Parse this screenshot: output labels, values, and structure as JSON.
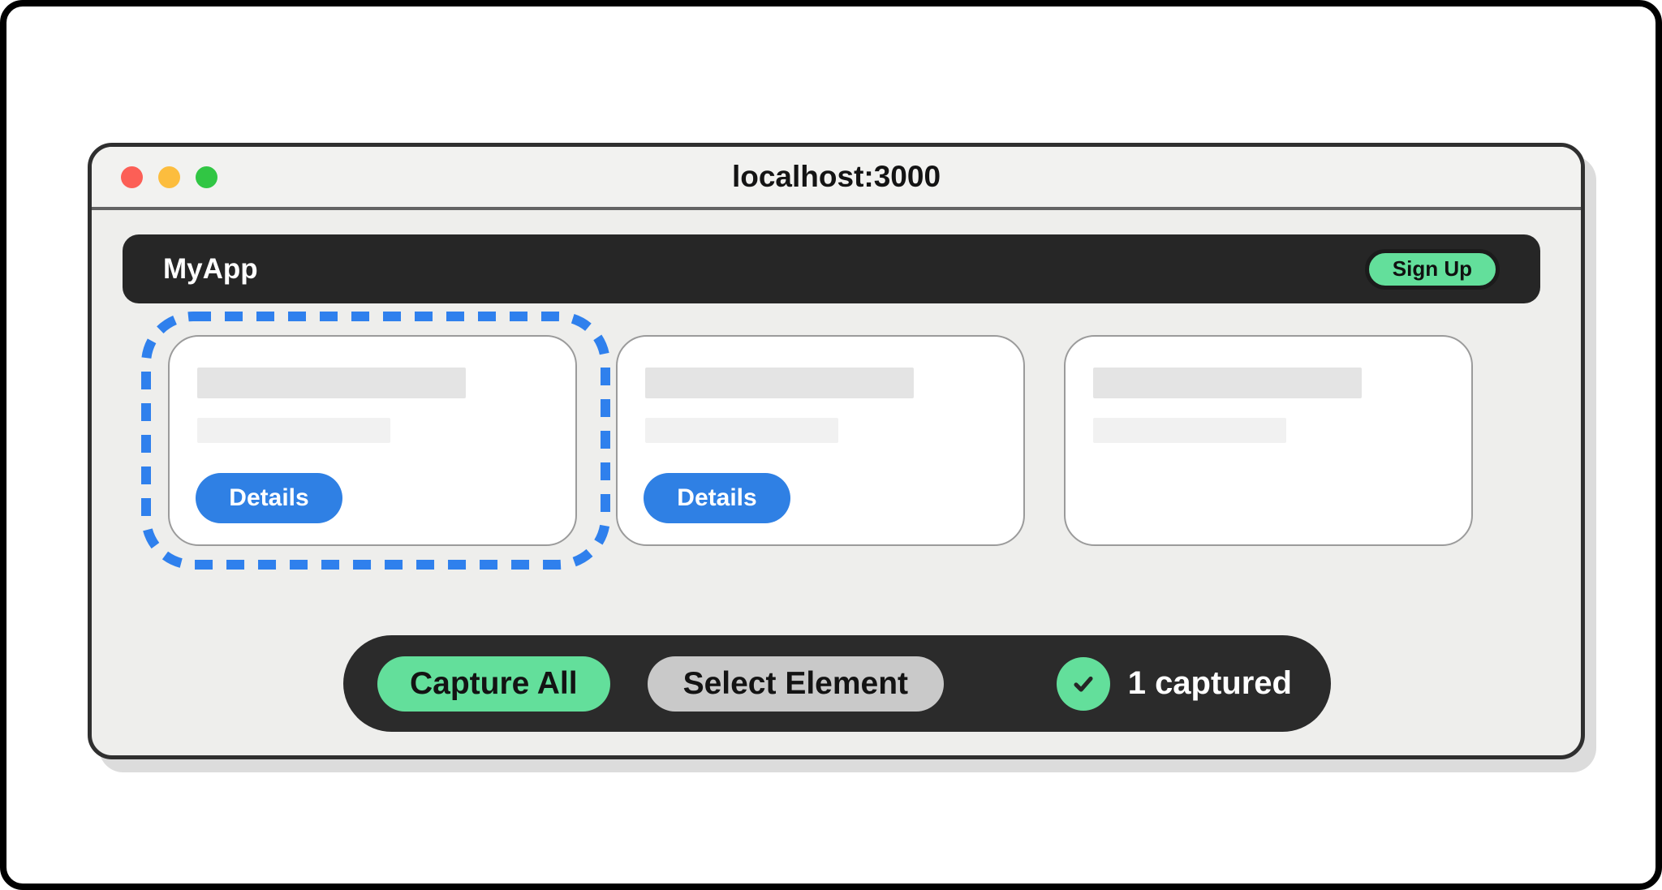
{
  "browser": {
    "title": "localhost:3000",
    "traffic_lights": [
      {
        "name": "close",
        "color": "#fc5f56"
      },
      {
        "name": "minimize",
        "color": "#fcbd3e"
      },
      {
        "name": "zoom",
        "color": "#31c644"
      }
    ]
  },
  "navbar": {
    "brand": "MyApp",
    "signup_label": "Sign Up"
  },
  "cards": [
    {
      "button_label": "Details",
      "selected": true
    },
    {
      "button_label": "Details",
      "selected": false
    },
    {
      "selected": false
    }
  ],
  "toolbar": {
    "capture_all_label": "Capture All",
    "select_element_label": "Select Element",
    "captured_status": "1 captured"
  },
  "colors": {
    "accent_green": "#63df9b",
    "accent_blue": "#2f80e4",
    "selection_blue": "#2f80ed",
    "dark_surface": "#262626"
  }
}
